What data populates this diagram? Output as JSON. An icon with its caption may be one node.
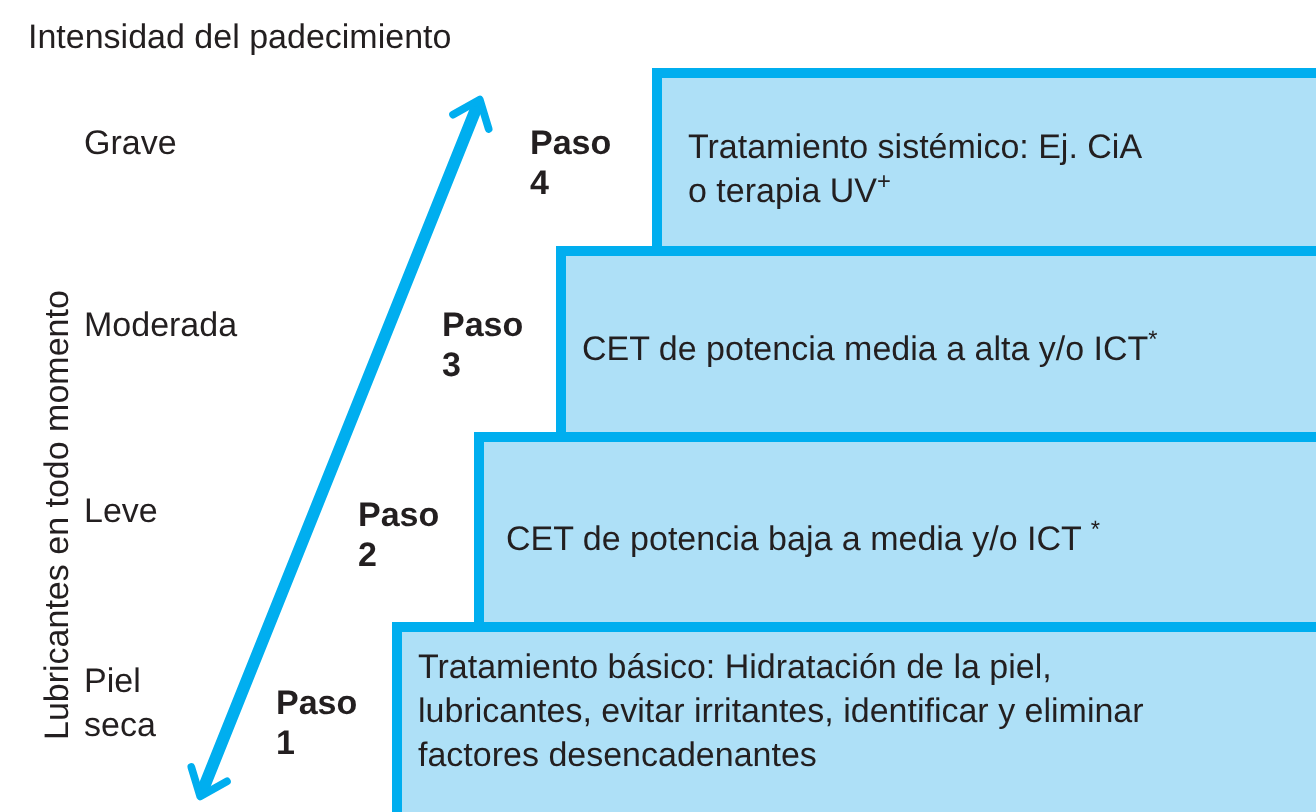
{
  "diagram": {
    "nodes": [
      {
        "text": [
          "Tratamiento sistémico: Ej. CiA o terapia UV$^{+}$"
        ],
        "beside": [
          "Paso 4"
        ]
      },
      {
        "text": [
          "CET de potencia media a alta y/o ICT$^{*}$"
        ],
        "beside": [
          "Paso 3"
        ]
      },
      {
        "text": [
          "CET de potencia baja a media y/o ICT $^{*}$"
        ],
        "beside": [
          "Paso 2"
        ]
      },
      {
        "text": [
          "Tratamiento básico: Hidratación de la piel, lubricantes, evitar irritantes, identificar y eliminar factores desencadenantes"
        ],
        "beside": [
          "Paso 1"
        ]
      }
    ],
    "labels": [
      "Intensidad del padecimiento",
      "Lubricantes en todo momento",
      "Grave",
      "Moderada",
      "Leve",
      "Piel seca"
    ]
  }
}
